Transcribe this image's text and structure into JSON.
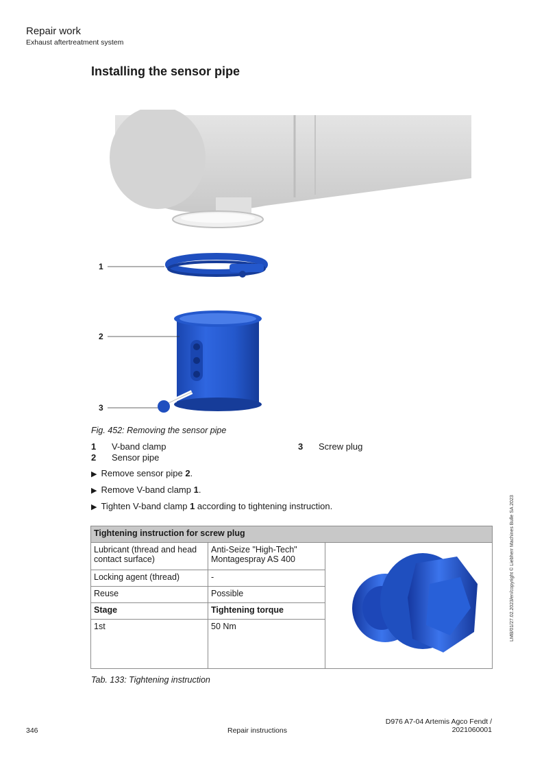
{
  "header": {
    "section": "Repair work",
    "subsection": "Exhaust aftertreatment system"
  },
  "title": "Installing the sensor pipe",
  "figure": {
    "callouts": [
      "1",
      "2",
      "3"
    ],
    "caption": "Fig. 452: Removing the sensor pipe"
  },
  "legend": [
    {
      "num": "1",
      "label": "V-band clamp"
    },
    {
      "num": "2",
      "label": "Sensor pipe"
    },
    {
      "num": "3",
      "label": "Screw plug"
    }
  ],
  "steps": [
    {
      "pre": "Remove sensor pipe ",
      "bold": "2",
      "post": "."
    },
    {
      "pre": "Remove V-band clamp ",
      "bold": "1",
      "post": "."
    },
    {
      "pre": "Tighten V-band clamp ",
      "bold": "1",
      "post": " according to tightening instruction."
    }
  ],
  "table": {
    "header": "Tightening instruction for screw plug",
    "rows": [
      {
        "label": "Lubricant (thread and head contact surface)",
        "value": "Anti-Seize \"High-Tech\" Montagespray AS 400"
      },
      {
        "label": "Locking agent (thread)",
        "value": "-"
      },
      {
        "label": "Reuse",
        "value": "Possible"
      },
      {
        "label": "Stage",
        "value": "Tightening torque"
      },
      {
        "label": "1st",
        "value": "50 Nm"
      }
    ],
    "caption": "Tab. 133: Tightening instruction"
  },
  "side_note": "LMB/01/27.02.2023/en/copyright © Liebherr Machines Bulle SA 2023",
  "footer": {
    "page": "346",
    "center": "Repair instructions",
    "doc_line1": "D976 A7-04 Artemis Agco Fendt /",
    "doc_line2": "2021060001"
  },
  "colors": {
    "part_blue": "#1f4fbf",
    "housing_grey": "#d9d9d9",
    "table_header": "#c8c8c8"
  }
}
